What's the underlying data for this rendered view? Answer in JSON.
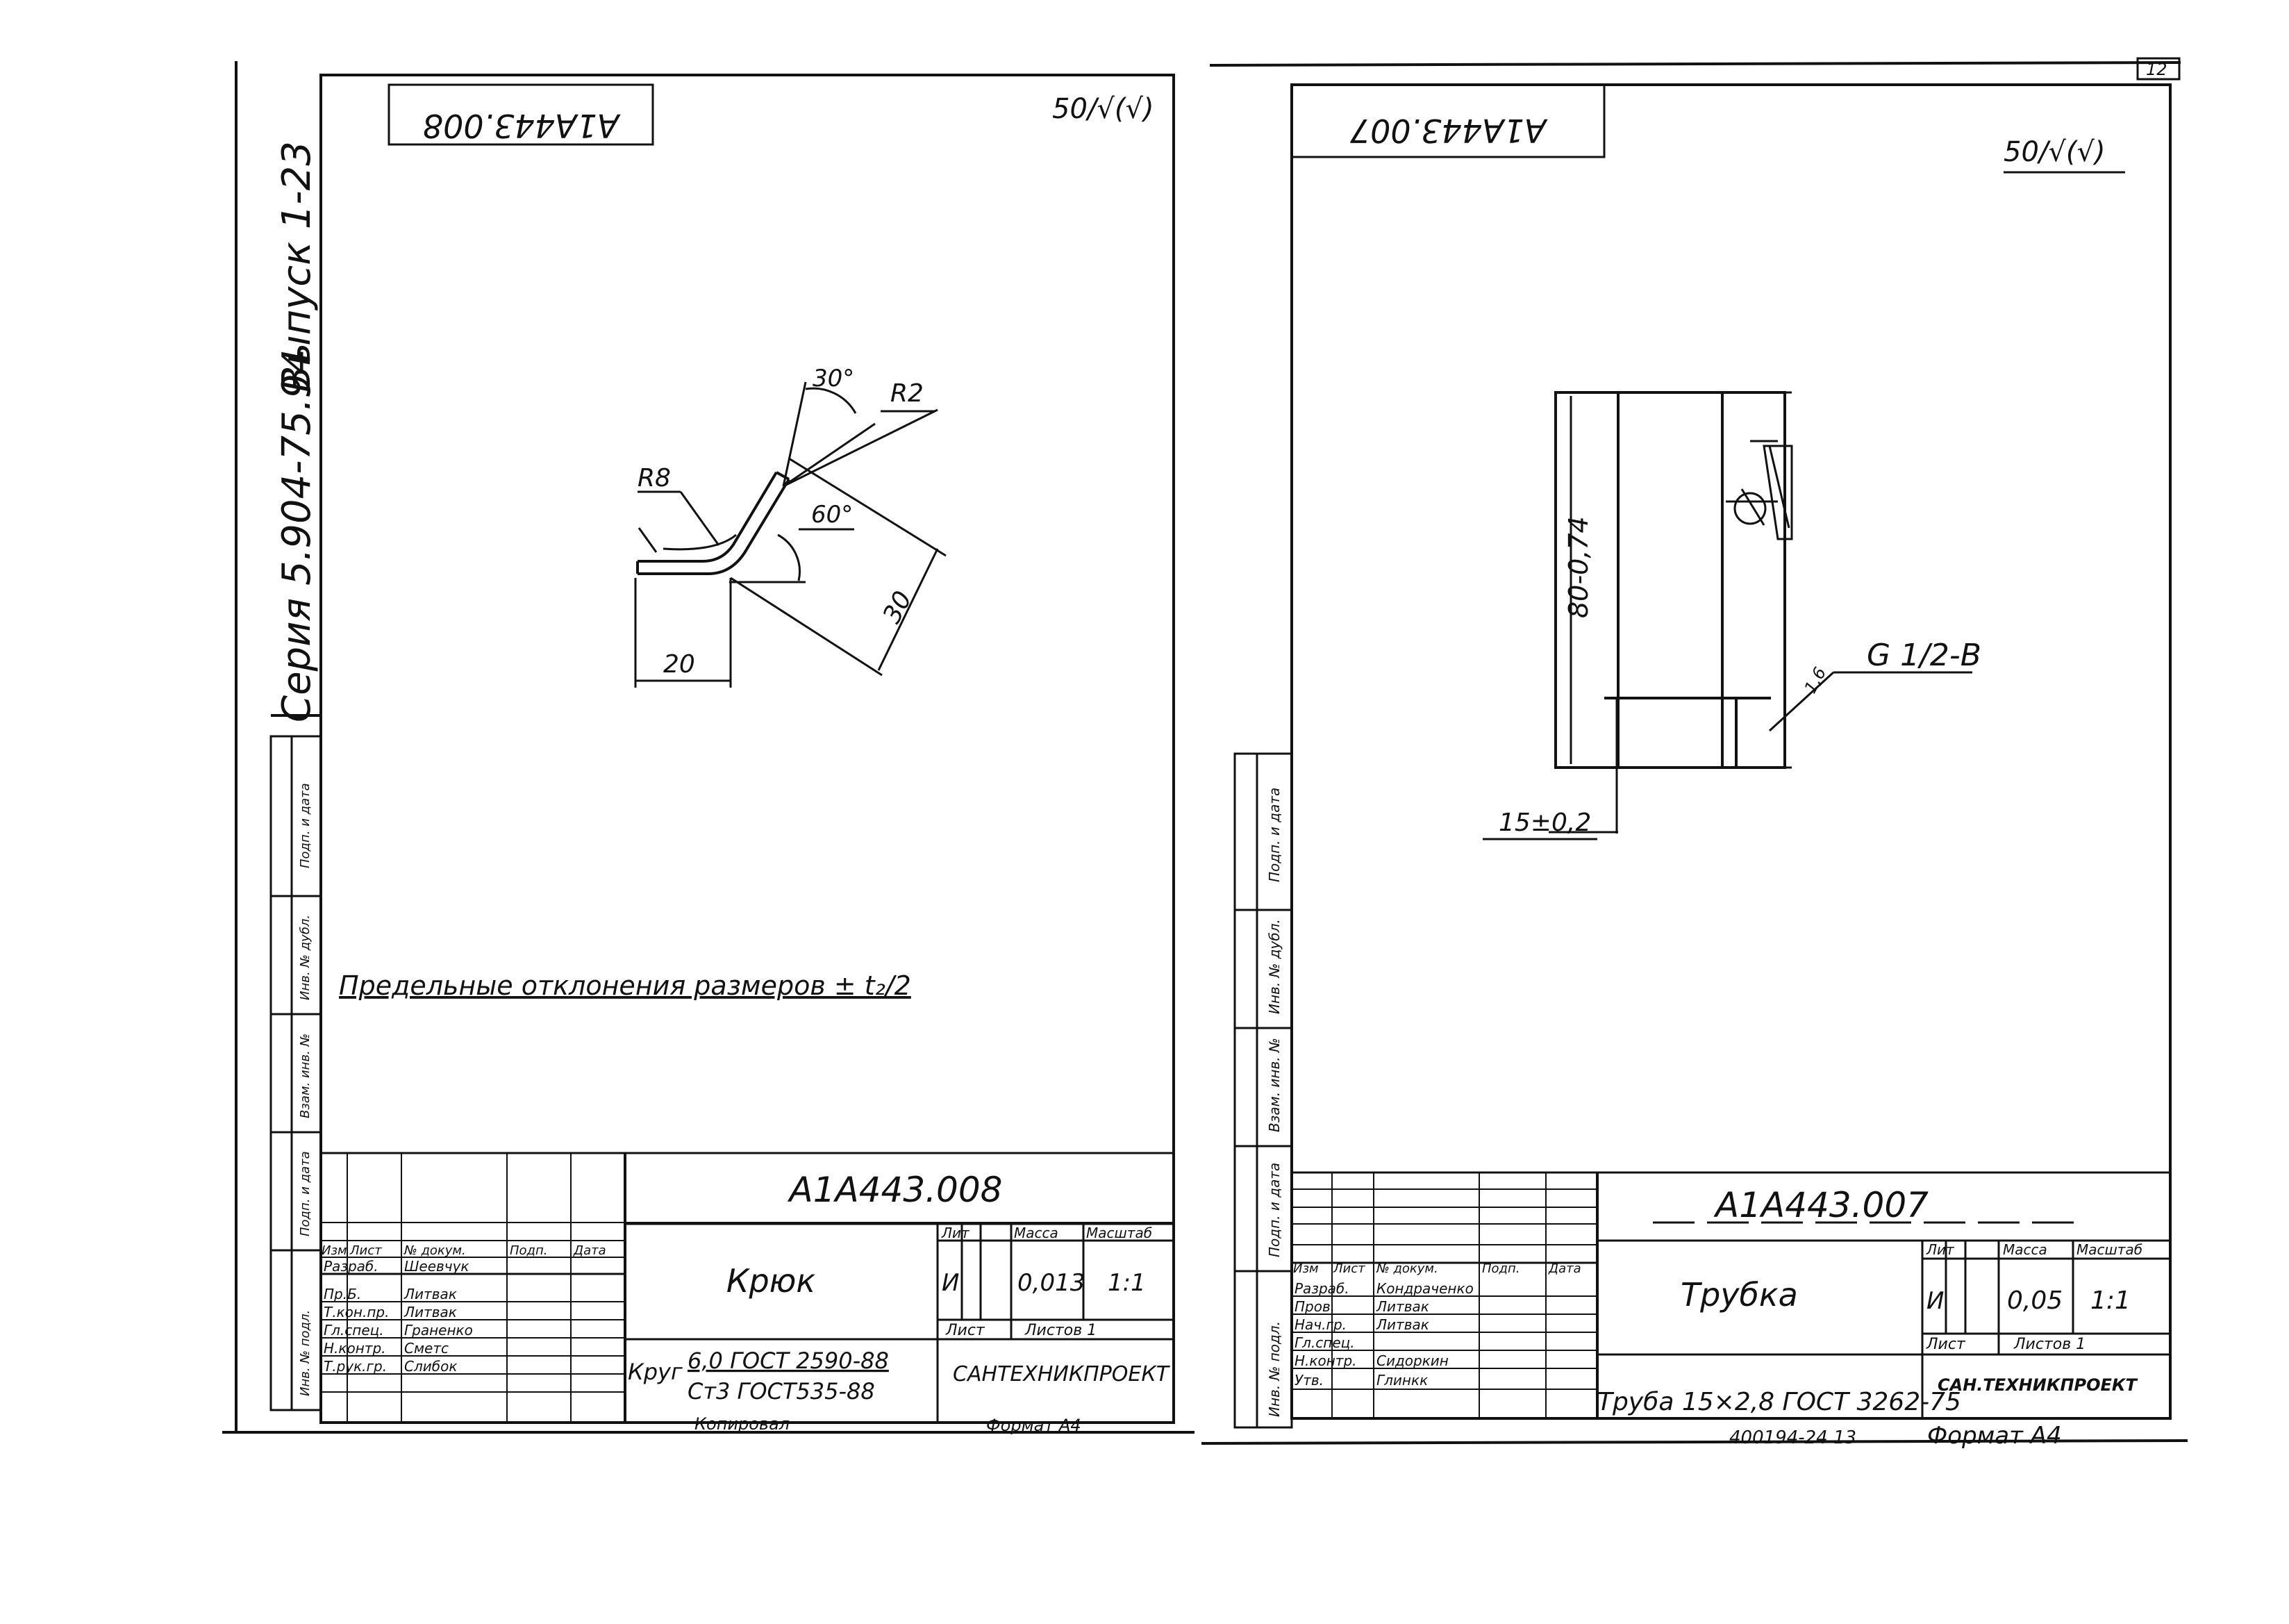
{
  "page_number": "12",
  "side_margin": {
    "series": "Серия 5.904-75.94",
    "issue": "Выпуск 1-23",
    "cells": [
      "Подп. и дата",
      "Инв. № дубл.",
      "Взам. инв. №",
      "Подп. и дата",
      "Инв. № подл."
    ]
  },
  "left_sheet": {
    "mirrored_code": "А1А443.008",
    "roughness": "50/√(√)",
    "dims": {
      "r8": "R8",
      "r2": "R2",
      "a30": "30°",
      "a60": "60°",
      "l30": "30",
      "l20": "20"
    },
    "note": "Предельные отклонения размеров ± t₂/2",
    "title_block": {
      "designation": "А1А443.008",
      "name": "Крюк",
      "headers": {
        "izm": "Изм",
        "list": "Лист",
        "doc": "№ докум.",
        "sign": "Подп.",
        "date": "Дата"
      },
      "roles": [
        "Разраб.",
        "Пр.Б.",
        "Т.кон.пр.",
        "Гл.спец.",
        "Н.контр.",
        "Т.рук.гр."
      ],
      "people": [
        "Шеевчук",
        "Литвак",
        "Литвак",
        "Граненко",
        "Сметс",
        "Слибок"
      ],
      "lit_label": "Лит",
      "mass_label": "Масса",
      "scale_label": "Масштаб",
      "lit": "И",
      "mass": "0,013",
      "scale": "1:1",
      "sheet_label": "Лист",
      "sheets_label": "Листов 1",
      "material_prefix": "Круг",
      "material_top": "6,0 ГОСТ 2590-88",
      "material_bottom": "Ст3 ГОСТ535-88",
      "org": "САНТЕХНИКПРОЕКТ"
    },
    "footer_copied": "Копировал",
    "footer_format": "Формат А4"
  },
  "right_sheet": {
    "mirrored_code": "А1А443.007",
    "roughness": "50/√(√)",
    "dims": {
      "length": "80-0,74",
      "thread": "G 1/2-В",
      "chamfer": "1,6",
      "dia": "15±0,2"
    },
    "title_block": {
      "designation": "А1А443.007",
      "name": "Трубка",
      "headers": {
        "izm": "Изм",
        "list": "Лист",
        "doc": "№ докум.",
        "sign": "Подп.",
        "date": "Дата"
      },
      "roles": [
        "Разраб.",
        "Пров.",
        "Нач.гр.",
        "Гл.спец.",
        "Н.контр.",
        "Утв."
      ],
      "people": [
        "Кондраченко",
        "Литвак",
        "Литвак",
        "",
        "Сидоркин",
        "Глинкк"
      ],
      "lit_label": "Лит",
      "mass_label": "Масса",
      "scale_label": "Масштаб",
      "lit": "И",
      "mass": "0,05",
      "scale": "1:1",
      "sheet_label": "Лист",
      "sheets_label": "Листов 1",
      "material": "Труба 15×2,8 ГОСТ 3262-75",
      "org": "САН.ТЕХНИКПРОЕКТ"
    },
    "footer_order": "400194-24 13",
    "footer_format": "Формат А4"
  }
}
